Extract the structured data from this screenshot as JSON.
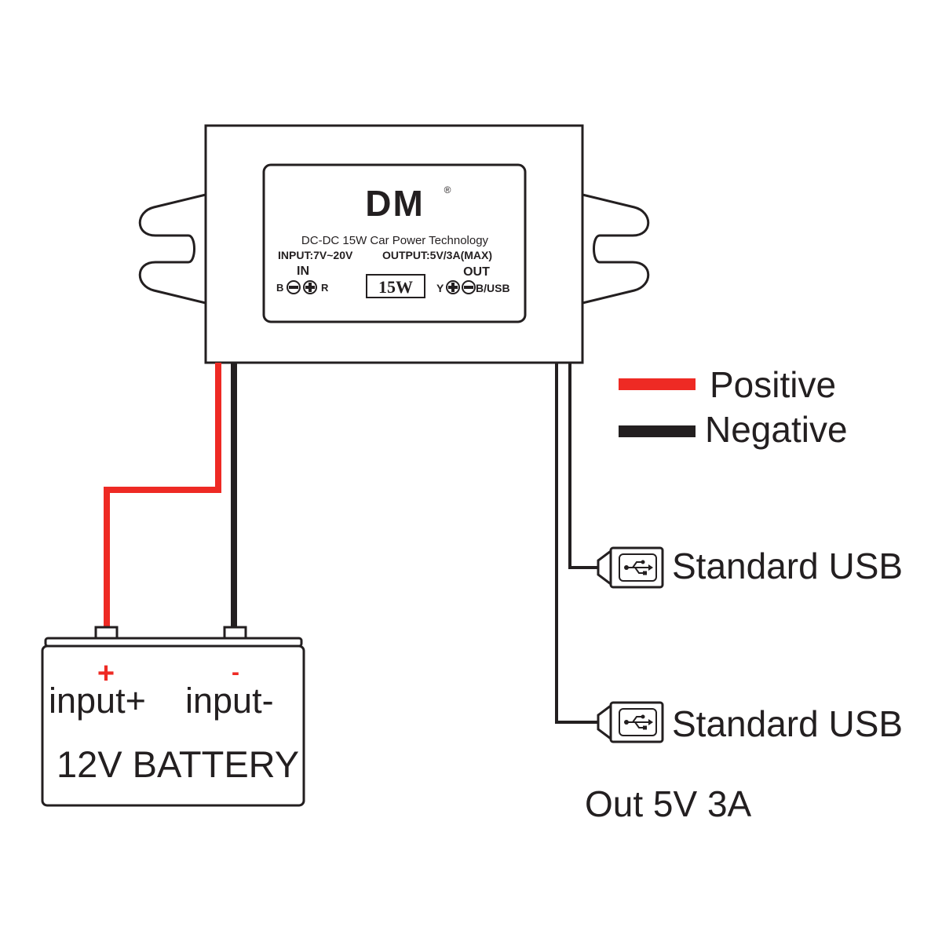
{
  "module": {
    "logo_text": "DM",
    "logo_registered": "®",
    "description": "DC-DC 15W Car Power Technology",
    "input_spec": "INPUT:7V~20V",
    "output_spec": "OUTPUT:5V/3A(MAX)",
    "in_label": "IN",
    "out_label": "OUT",
    "in_pins_left": "B",
    "in_pins_right": "R",
    "out_pins_left": "Y",
    "out_pins_right": "B/USB",
    "power_badge": "15W"
  },
  "legend": {
    "positive_label": "Positive",
    "negative_label": "Negative",
    "positive_color": "#ee2a24",
    "negative_color": "#231f20"
  },
  "battery": {
    "plus_symbol": "+",
    "minus_symbol": "-",
    "input_positive_label": "input+",
    "input_negative_label": "input-",
    "title": "12V BATTERY"
  },
  "outputs": {
    "usb_1_label": "Standard USB",
    "usb_2_label": "Standard USB",
    "usb_icon": "usb-icon",
    "summary": "Out 5V 3A"
  }
}
